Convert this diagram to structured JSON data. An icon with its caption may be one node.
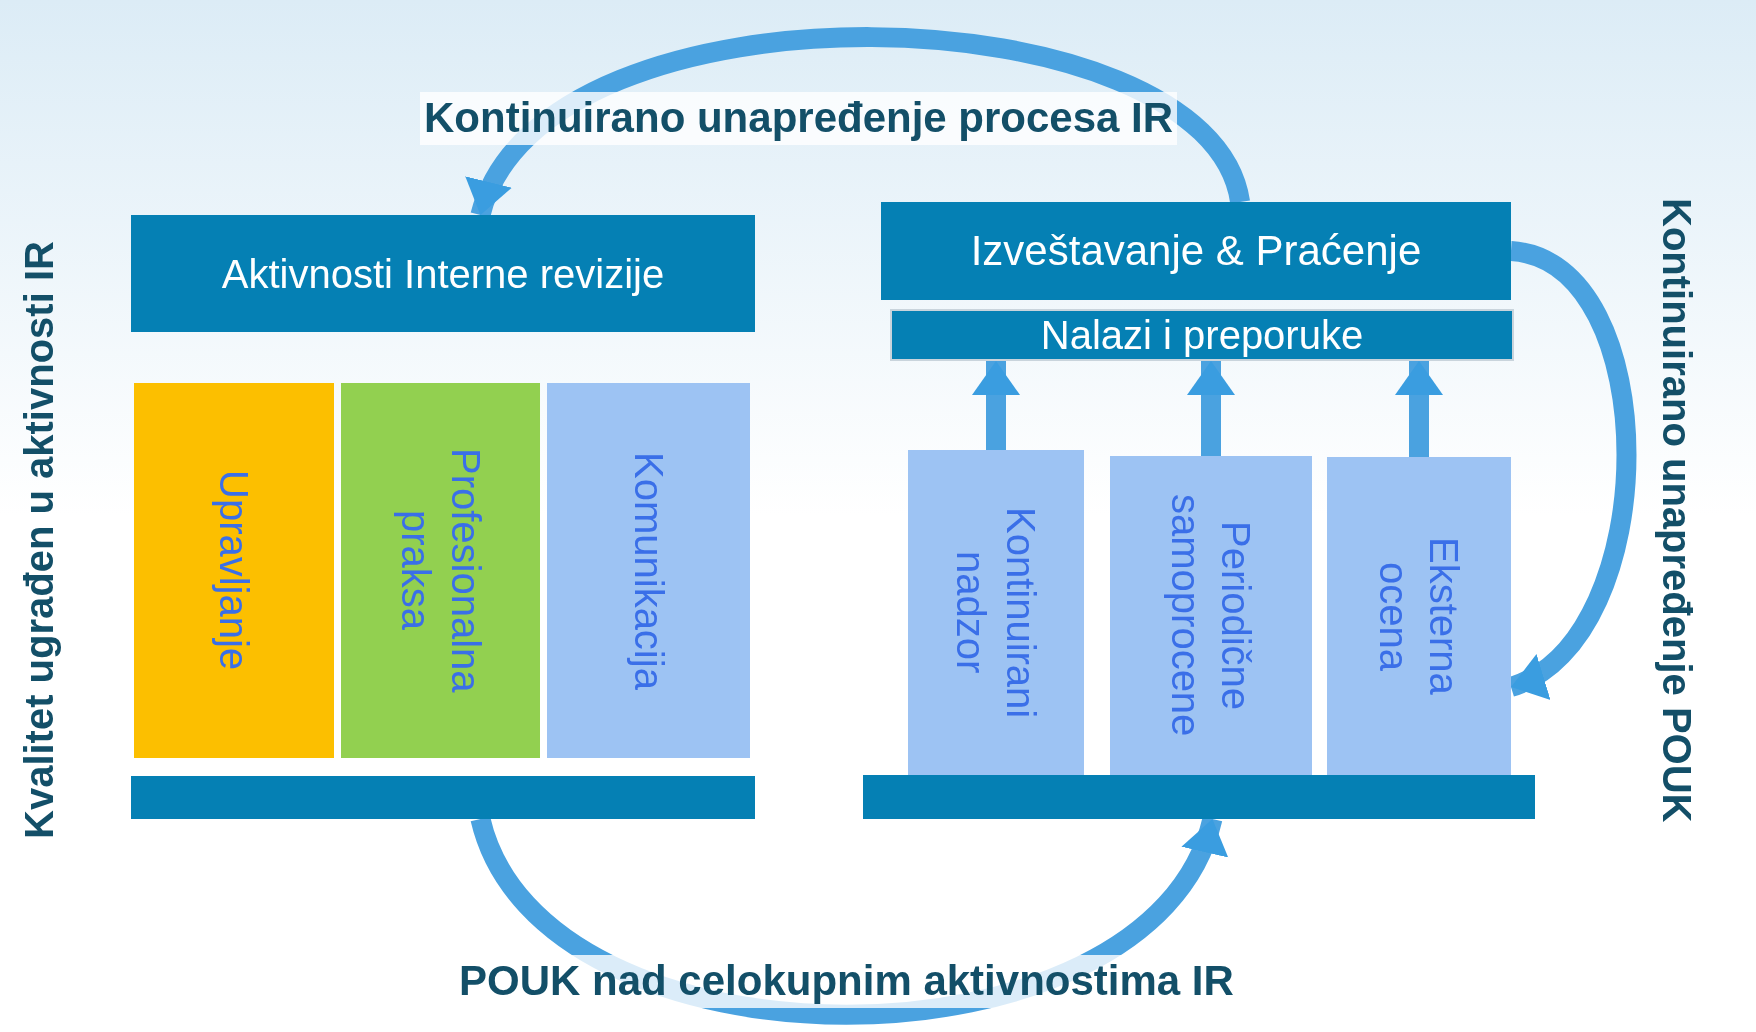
{
  "diagram": {
    "nodes": [
      {
        "text": [
          "Aktivnosti Interne revizije"
        ]
      },
      {
        "text": [
          "Upravljanje"
        ]
      },
      {
        "text": [
          "Profesionalna praksa"
        ]
      },
      {
        "text": [
          "Komunikacija"
        ]
      },
      {
        "text": [],
        "shape": "bar"
      },
      {
        "text": [
          "Izveštavanje & Praćenje"
        ]
      },
      {
        "text": [
          "Nalazi i preporuke"
        ]
      },
      {
        "text": [
          "Kontinuirani nadzor"
        ]
      },
      {
        "text": [
          "Periodične samoprocene"
        ]
      },
      {
        "text": [
          "Eksterna ocena"
        ]
      },
      {
        "text": [],
        "shape": "bar"
      }
    ],
    "edges": [
      {
        "from": 5,
        "to": 0,
        "arrow": "to",
        "label": "Kontinuirano unapređenje procesa IR"
      },
      {
        "from": 4,
        "to": 10,
        "arrow": "to",
        "label": "POUK nad celokupnim aktivnostima IR"
      },
      {
        "from": 5,
        "to": 9,
        "arrow": "to"
      },
      {
        "from": 7,
        "to": 6,
        "arrow": "to"
      },
      {
        "from": 8,
        "to": 6,
        "arrow": "to"
      },
      {
        "from": 9,
        "to": 6,
        "arrow": "to"
      }
    ],
    "labels": [
      "Kvalitet ugrađen u aktivnosti IR",
      "Kontinuirano unapređenje POUK"
    ]
  }
}
